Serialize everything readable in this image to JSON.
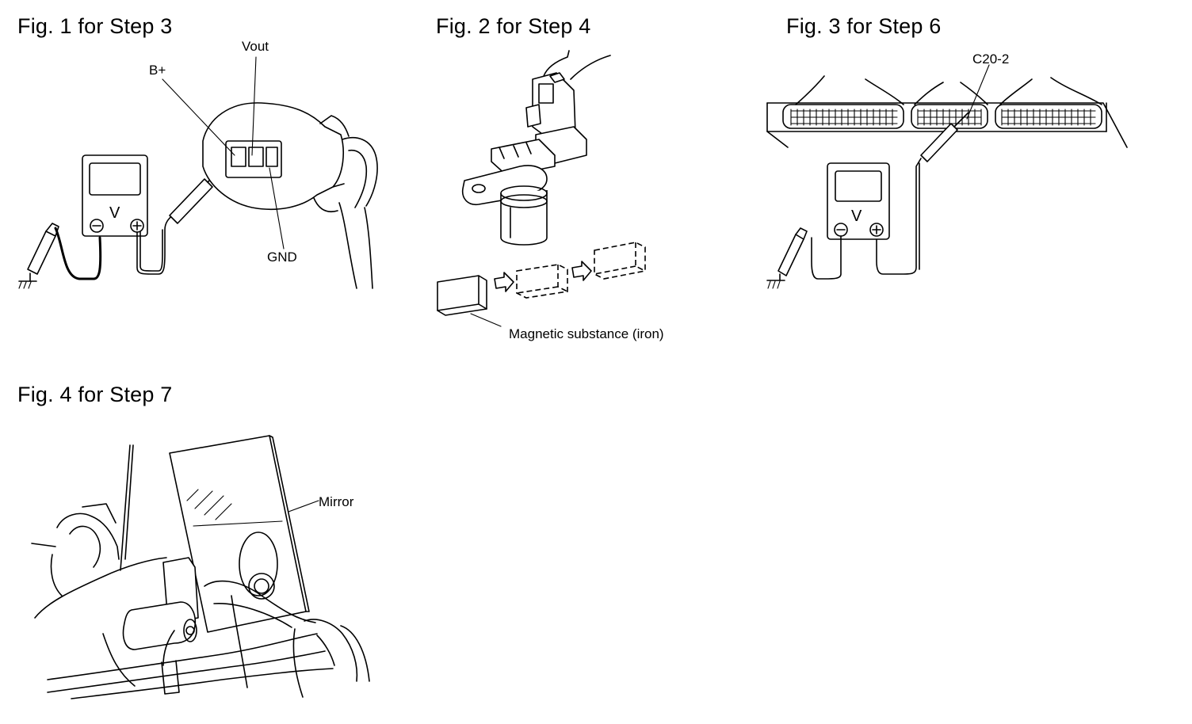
{
  "figures": [
    {
      "title": "Fig. 1 for Step 3",
      "labels": {
        "b_plus": "B+",
        "vout": "Vout",
        "gnd": "GND",
        "meter_unit": "V",
        "minus": "⊖",
        "plus": "⊕"
      }
    },
    {
      "title": "Fig. 2 for Step 4",
      "labels": {
        "magnetic": "Magnetic substance (iron)"
      }
    },
    {
      "title": "Fig. 3 for Step 6",
      "labels": {
        "terminal": "C20-2",
        "meter_unit": "V",
        "minus": "⊖",
        "plus": "⊕"
      }
    },
    {
      "title": "Fig. 4 for Step 7",
      "labels": {
        "mirror": "Mirror"
      }
    }
  ],
  "icons": [
    "voltmeter-icon",
    "ground-symbol-icon",
    "probe-icon",
    "connector-icon",
    "sensor-icon",
    "arrow-right-icon",
    "mirror-icon"
  ]
}
